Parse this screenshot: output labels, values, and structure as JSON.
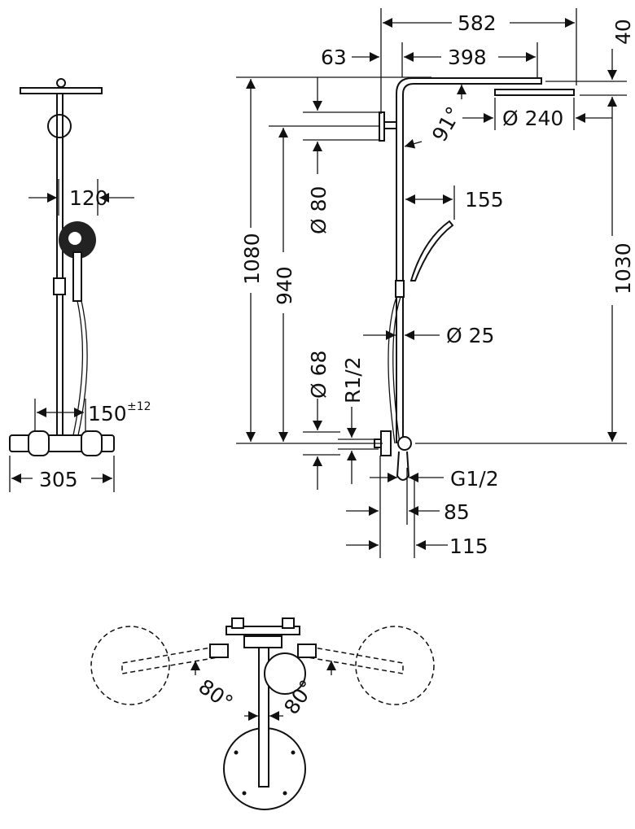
{
  "front_view": {
    "dim_width": "582",
    "dim_arm": "398",
    "dim_wall_offset": "63",
    "dim_head_thickness": "40",
    "dim_head_diameter": "Ø 240",
    "dim_angle": "91°",
    "dim_total_height": "1080",
    "dim_bracket_height": "940",
    "dim_flange_diameter": "Ø 80",
    "dim_head_height": "1030",
    "dim_handshower_offset": "155",
    "dim_pipe_diameter": "Ø 25",
    "dim_inlet_flange": "Ø 68",
    "dim_inlet_thread": "R1/2",
    "dim_outlet_thread": "G1/2",
    "dim_depth_85": "85",
    "dim_depth_115": "115"
  },
  "side_view": {
    "dim_handshower": "120",
    "dim_centers": "150",
    "dim_centers_tolerance": "±12",
    "dim_thermostat_width": "305"
  },
  "top_view": {
    "angle_left": "80°",
    "angle_right": "80°"
  }
}
